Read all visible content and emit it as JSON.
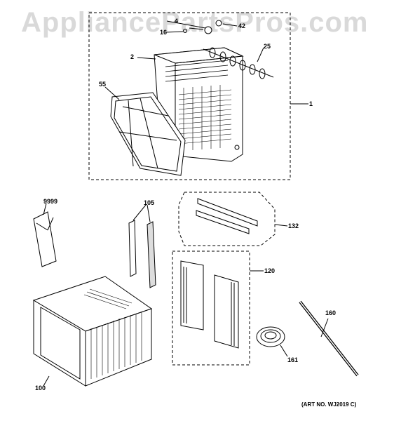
{
  "watermark": "AppliancePartsPros.com",
  "art_number": "(ART NO. WJ2019 C)",
  "callouts": {
    "c1": "1",
    "c2": "2",
    "c4": "4",
    "c16": "16",
    "c42": "42",
    "c25": "25",
    "c55": "55",
    "c9999": "9999",
    "c105": "105",
    "c132": "132",
    "c120": "120",
    "c160": "160",
    "c161": "161",
    "c100": "100"
  },
  "colors": {
    "line": "#000000",
    "watermark": "#d9d9d9",
    "background": "#ffffff"
  }
}
